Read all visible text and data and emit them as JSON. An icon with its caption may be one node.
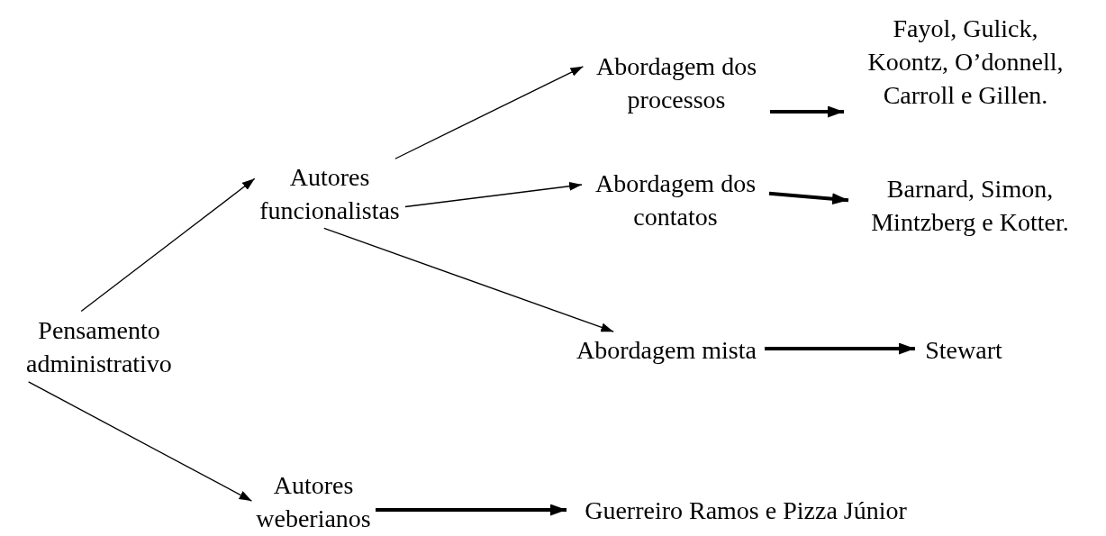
{
  "diagram": {
    "nodes": [
      {
        "text": [
          "Pensamento administrativo"
        ]
      },
      {
        "text": [
          "Autores funcionalistas"
        ]
      },
      {
        "text": [
          "Autores weberianos"
        ]
      },
      {
        "text": [
          "Abordagem dos processos"
        ]
      },
      {
        "text": [
          "Abordagem dos contatos"
        ]
      },
      {
        "text": [
          "Abordagem mista"
        ]
      },
      {
        "text": [
          "Fayol, Gulick, Koontz, O’donnell, Carroll e Gillen."
        ]
      },
      {
        "text": [
          "Barnard, Simon, Mintzberg e Kotter."
        ]
      },
      {
        "text": [
          "Stewart"
        ]
      },
      {
        "text": [
          "Guerreiro Ramos e Pizza Júnior"
        ]
      }
    ],
    "edges": [
      {
        "from": 0,
        "to": 1,
        "arrow": "to"
      },
      {
        "from": 0,
        "to": 2,
        "arrow": "to"
      },
      {
        "from": 1,
        "to": 3,
        "arrow": "to"
      },
      {
        "from": 1,
        "to": 4,
        "arrow": "to"
      },
      {
        "from": 1,
        "to": 5,
        "arrow": "to"
      },
      {
        "from": 3,
        "to": 6,
        "arrow": "to",
        "style": "thick"
      },
      {
        "from": 4,
        "to": 7,
        "arrow": "to",
        "style": "thick"
      },
      {
        "from": 5,
        "to": 8,
        "arrow": "to",
        "style": "thick"
      },
      {
        "from": 2,
        "to": 9,
        "arrow": "to",
        "style": "thick"
      }
    ]
  }
}
